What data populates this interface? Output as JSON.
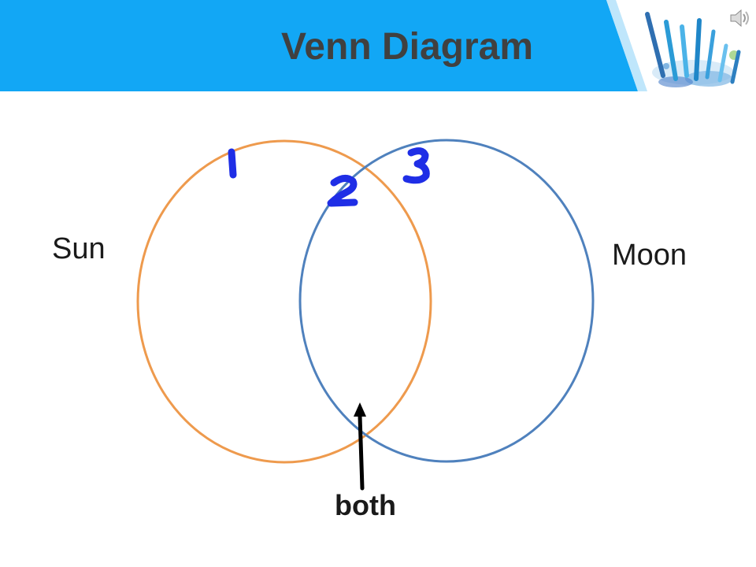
{
  "slide": {
    "title": "Venn Diagram"
  },
  "venn": {
    "sets": [
      {
        "label": "Sun",
        "color": "#ee9a4d"
      },
      {
        "label": "Moon",
        "color": "#4f81bd"
      }
    ],
    "intersection_label": "both",
    "handwritten_marks": [
      "1",
      "2",
      "3"
    ],
    "ink_color": "#1f2ee6"
  },
  "colors": {
    "header": "#12a7f5",
    "title_text": "#404040",
    "arrow": "#000000"
  },
  "icons": {
    "audio": "speaker-icon",
    "header_art": "colored-pencils-image"
  }
}
